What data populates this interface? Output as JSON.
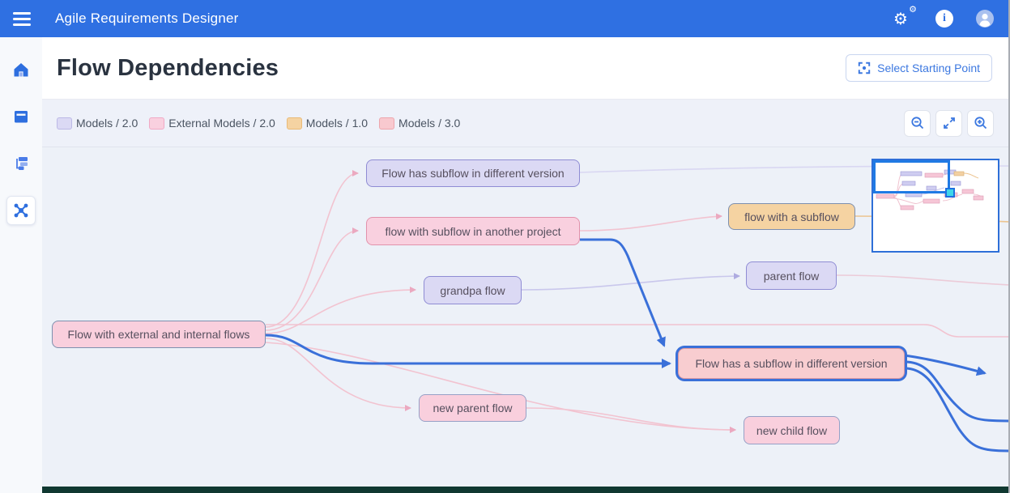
{
  "colors": {
    "topbar": "#2f70e2",
    "accent": "#2e6fdf",
    "canvas_bg": "#edf1f8",
    "edge_blue": "#3a70d9",
    "edge_pink": "#f2c3d0",
    "edge_lavender": "#c9c7ec",
    "edge_orange": "#ecc490",
    "minimap_border": "#2e6fd8",
    "minimap_handle": "#3fd6e9"
  },
  "topbar": {
    "title": "Agile Requirements Designer",
    "icons": [
      "menu-icon",
      "settings-gears-icon",
      "info-icon",
      "user-icon"
    ]
  },
  "sidebar": {
    "items": [
      {
        "name": "home",
        "icon": "home-icon",
        "selected": false
      },
      {
        "name": "archive",
        "icon": "box-icon",
        "selected": false
      },
      {
        "name": "flows",
        "icon": "hierarchy-icon",
        "selected": false
      },
      {
        "name": "dependencies",
        "icon": "network-icon",
        "selected": true
      }
    ]
  },
  "page": {
    "title": "Flow Dependencies",
    "actions": {
      "select_starting_point": "Select Starting Point"
    }
  },
  "legend": {
    "items": [
      {
        "label": "Models / 2.0",
        "fill": "#dbd9f4",
        "border": "#bcb9e6"
      },
      {
        "label": "External Models / 2.0",
        "fill": "#f9d0df",
        "border": "#f0a9c5"
      },
      {
        "label": "Models / 1.0",
        "fill": "#f5d3a2",
        "border": "#e9ba77"
      },
      {
        "label": "Models / 3.0",
        "fill": "#f8c9cf",
        "border": "#eda6ad"
      }
    ]
  },
  "canvas_toolbar": {
    "buttons": [
      "zoom-out",
      "fit-to-screen",
      "zoom-in"
    ]
  },
  "diagram": {
    "nodes": [
      {
        "id": "n1",
        "label": "Flow has subflow in different version",
        "type": "models-2.0"
      },
      {
        "id": "n2",
        "label": "flow with subflow in another project",
        "type": "external-models-2.0"
      },
      {
        "id": "n3",
        "label": "flow with a subflow",
        "type": "models-1.0"
      },
      {
        "id": "n4",
        "label": "parent flow",
        "type": "models-2.0"
      },
      {
        "id": "n5",
        "label": "grandpa flow",
        "type": "models-2.0"
      },
      {
        "id": "n6",
        "label": "Flow with external and internal flows",
        "type": "external-models-2.0"
      },
      {
        "id": "n7",
        "label": "Flow has a subflow in different version",
        "type": "models-3.0",
        "selected": true
      },
      {
        "id": "n8",
        "label": "new parent flow",
        "type": "external-models-2.0"
      },
      {
        "id": "n9",
        "label": "new child flow",
        "type": "external-models-2.0"
      }
    ]
  }
}
